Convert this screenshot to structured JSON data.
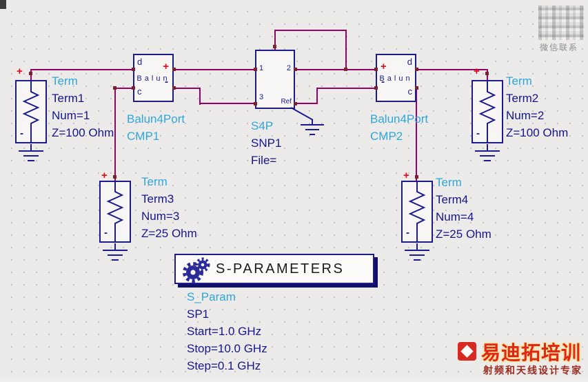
{
  "schematic": {
    "marks": {
      "plus": "+",
      "minus": "-"
    },
    "terms": {
      "term1": {
        "type": "Term",
        "name": "Term1",
        "num": "Num=1",
        "z": "Z=100 Ohm"
      },
      "term2": {
        "type": "Term",
        "name": "Term2",
        "num": "Num=2",
        "z": "Z=100 Ohm"
      },
      "term3": {
        "type": "Term",
        "name": "Term3",
        "num": "Num=3",
        "z": "Z=25 Ohm"
      },
      "term4": {
        "type": "Term",
        "name": "Term4",
        "num": "Num=4",
        "z": "Z=25 Ohm"
      }
    },
    "baluns": {
      "sym": {
        "d": "d",
        "c": "c",
        "label": "Balun"
      },
      "b1": {
        "type": "Balun4Port",
        "name": "CMP1"
      },
      "b2": {
        "type": "Balun4Port",
        "name": "CMP2"
      }
    },
    "s4p": {
      "type": "S4P",
      "name": "SNP1",
      "file": "File=",
      "p1": "1",
      "p2": "2",
      "p3": "3",
      "ref": "Ref"
    },
    "sparam": {
      "title": "S-PARAMETERS",
      "type": "S_Param",
      "name": "SP1",
      "start": "Start=1.0 GHz",
      "stop": "Stop=10.0 GHz",
      "step": "Step=0.1 GHz"
    }
  },
  "watermarks": {
    "wechat_caption": "微信联系",
    "brand_title": "易迪拓培训",
    "brand_subtitle": "射频和天线设计专家"
  },
  "colors": {
    "wire": "#990066",
    "symbol_navy": "#1b1b8e",
    "pin_maroon": "#7a2230",
    "plus_red": "#e30613",
    "type_cyan": "#2fa6d8",
    "brand_red": "#e0251b"
  }
}
